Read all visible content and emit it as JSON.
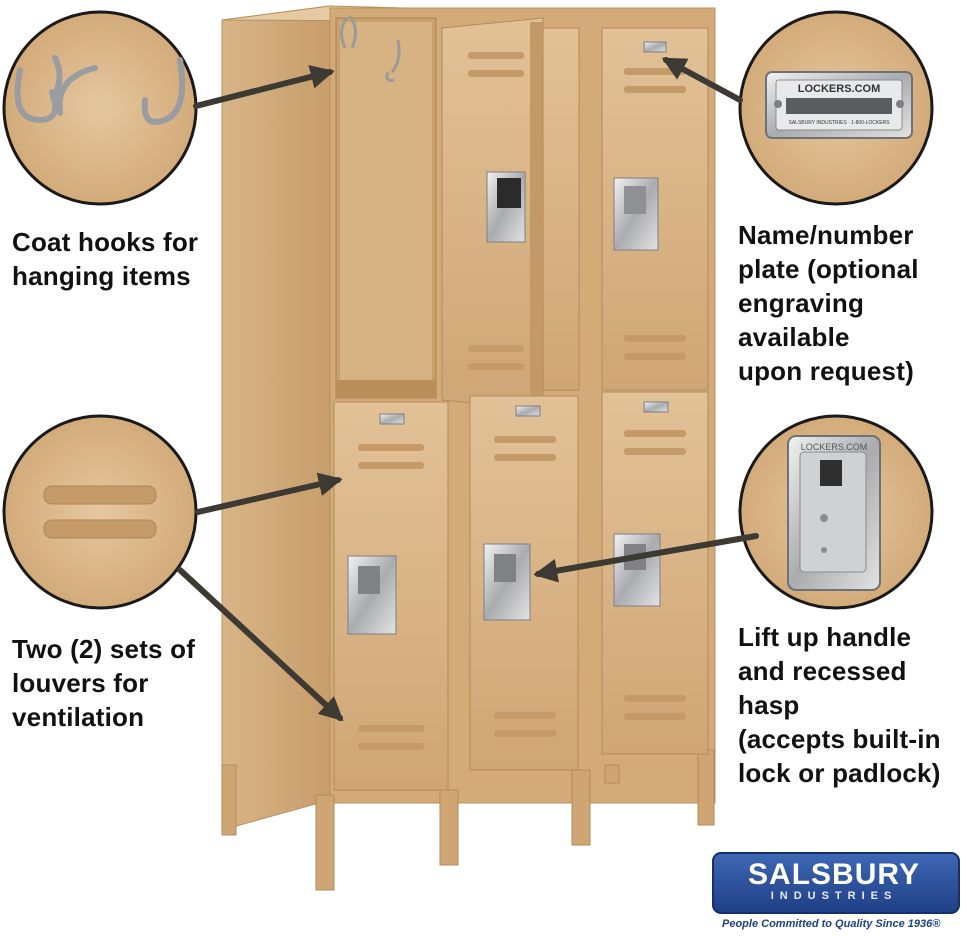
{
  "callouts": {
    "hooks": "Coat hooks for\nhanging items",
    "plate": "Name/number\nplate (optional\nengraving available\nupon request)",
    "louvers": "Two (2) sets of\nlouvers for\nventilation",
    "handle": "Lift up handle\nand recessed hasp\n(accepts built-in\nlock or padlock)"
  },
  "plate_text": {
    "top": "LOCKERS.COM",
    "bottom": "SALSBURY INDUSTRIES · 1-800-LOCKERS"
  },
  "hasp_text": "LOCKERS.COM",
  "brand": {
    "name": "SALSBURY",
    "sub": "INDUSTRIES",
    "tagline": "People Committed to Quality Since 1936®"
  },
  "colors": {
    "locker_tan": "#d9b487",
    "locker_shadow": "#b88e5e",
    "arrow": "#3d3933",
    "brand_blue": "#1f3f86"
  }
}
